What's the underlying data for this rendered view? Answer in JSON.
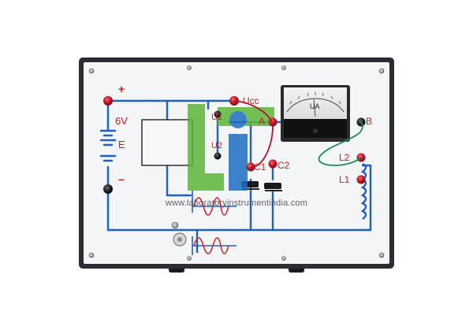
{
  "labels": {
    "plus": "+",
    "minus": "–",
    "voltage": "6V",
    "battery": "E",
    "ucc": "Ucc",
    "u1": "U1",
    "u2": "U2",
    "node_a": "A",
    "node_b": "B",
    "c1": "C1",
    "c2": "C2",
    "l1": "L1",
    "l2": "L2",
    "meter_unit": "UA"
  },
  "watermark": "www.laboratoryinstrumentindia.com",
  "colors": {
    "panel_border": "#2a2d33",
    "panel_face": "#f4f5f6",
    "circuit_wire": "#1f5fc8",
    "terminal_red": "#c2152a",
    "terminal_black": "#1a1a1a",
    "waveform_red": "#d4242b",
    "label_red": "#c81e1e",
    "logo_green": "#5db53a",
    "logo_blue": "#1d6ec4"
  }
}
